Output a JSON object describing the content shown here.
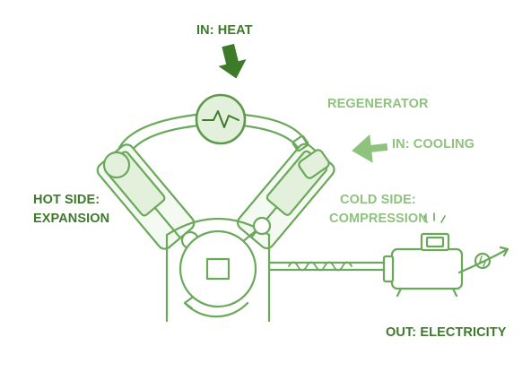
{
  "labels": {
    "in_heat": "IN: HEAT",
    "regenerator": "REGENERATOR",
    "in_cooling": "IN: COOLING",
    "hot_side_line1": "HOT SIDE:",
    "hot_side_line2": "EXPANSION",
    "cold_side_line1": "COLD SIDE:",
    "cold_side_line2": "COMPRESSION",
    "out_electricity": "OUT: ELECTRICITY"
  },
  "icons": {
    "heat_arrow": "arrow-down-icon",
    "cooling_arrow": "arrow-left-icon",
    "heater": "heater-zigzag-icon",
    "generator": "electric-generator-icon",
    "electricity": "electricity-symbol-icon"
  },
  "colors": {
    "dark_green": "#3d7a2a",
    "light_green": "#8fc27d",
    "fill_green": "#e3f1dc",
    "background": "#ffffff"
  }
}
